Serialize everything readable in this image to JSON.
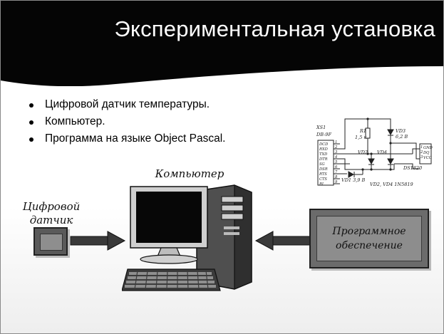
{
  "slide": {
    "title": "Экспериментальная установка",
    "bullets": [
      "Цифровой датчик температуры.",
      "Компьютер.",
      "Программа на языке Object Pascal."
    ]
  },
  "diagram": {
    "computer_label": "Компьютер",
    "sensor_label": "Цифровой датчик",
    "software_label": "Программное\nобеспечение"
  },
  "circuit": {
    "connector_name": "XS1",
    "connector_type": "DB-9F",
    "pins": [
      "DCD",
      "RXD",
      "TXD",
      "DTR",
      "SG",
      "DSR",
      "RTS",
      "CTS",
      "RI"
    ],
    "pin_numbers": [
      "1",
      "2",
      "3",
      "4",
      "5",
      "6",
      "7",
      "8",
      "9"
    ],
    "r1": "R1",
    "r1_value": "1,5 к",
    "vd3": "VD3",
    "vd3_value": "6,2 В",
    "vd2": "VD2",
    "vd4": "VD4",
    "vd1": "VD1 3,9 В",
    "chip_name": "DS1820",
    "chip_pins": [
      "GND",
      "DQ",
      "VCC"
    ],
    "chip_pin_numbers": [
      "1",
      "2",
      "3"
    ],
    "diode_note": "VD2, VD4 1N5819"
  }
}
